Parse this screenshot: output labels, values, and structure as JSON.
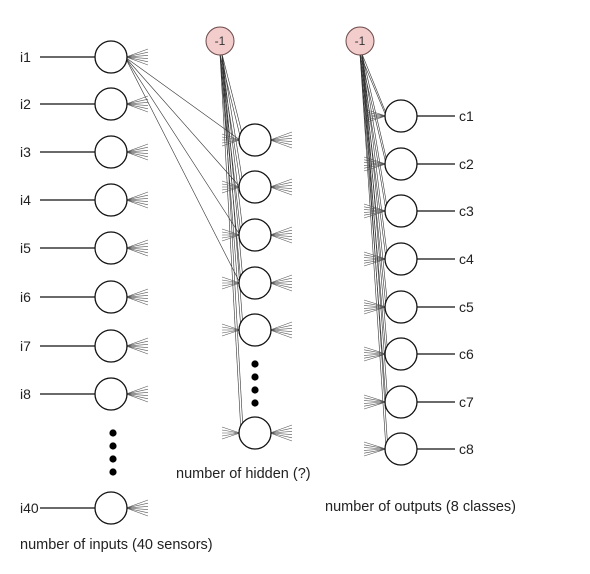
{
  "inputs": {
    "labels": [
      "i1",
      "i2",
      "i3",
      "i4",
      "i5",
      "i6",
      "i7",
      "i8",
      "i40"
    ],
    "caption": "number of inputs (40 sensors)"
  },
  "hidden": {
    "bias_label": "-1",
    "caption": "number of hidden (?)"
  },
  "outputs": {
    "bias_label": "-1",
    "labels": [
      "c1",
      "c2",
      "c3",
      "c4",
      "c5",
      "c6",
      "c7",
      "c8"
    ],
    "caption": "number of outputs (8 classes)"
  },
  "colors": {
    "bias_fill": "#f3cccc",
    "node_stroke": "#111111",
    "line": "#333333"
  }
}
